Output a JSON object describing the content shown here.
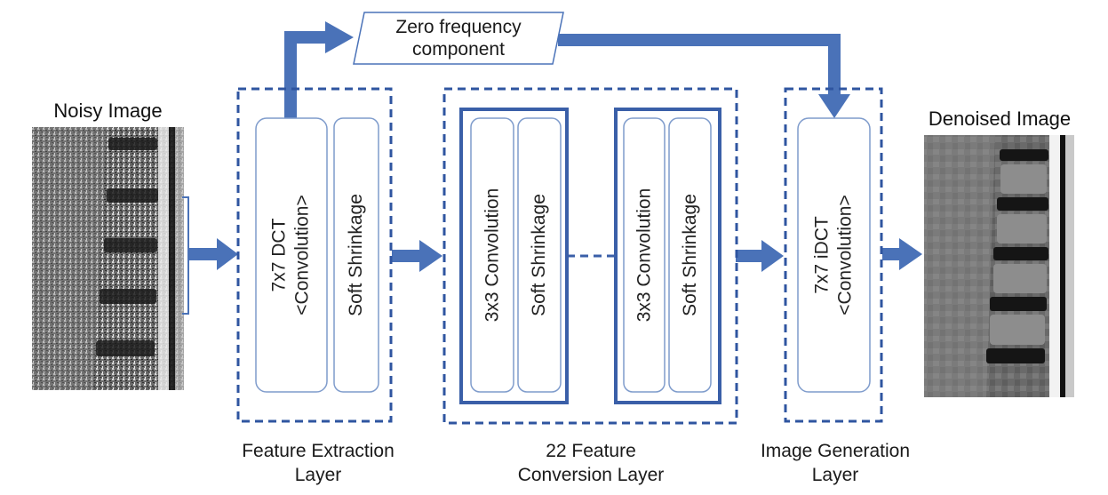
{
  "input": {
    "title": "Noisy Image"
  },
  "output": {
    "title": "Denoised Image"
  },
  "zero_frequency": {
    "line1": "Zero frequency",
    "line2": "component"
  },
  "feature_extraction": {
    "conv_line1": "7x7 DCT",
    "conv_line2": "<Convolution>",
    "shrink": "Soft Shrinkage",
    "caption_line1": "Feature Extraction",
    "caption_line2": "Layer"
  },
  "feature_conversion": {
    "block1": {
      "conv": "3x3 Convolution",
      "shrink": "Soft Shrinkage"
    },
    "block2": {
      "conv": "3x3 Convolution",
      "shrink": "Soft Shrinkage"
    },
    "caption_line1": "22 Feature",
    "caption_line2": "Conversion Layer"
  },
  "image_generation": {
    "conv_line1": "7x7 iDCT",
    "conv_line2": "<Convolution>",
    "caption_line1": "Image Generation",
    "caption_line2": "Layer"
  },
  "colors": {
    "accent": "#4a72b8",
    "box_border": "#2f55a0",
    "inner_border": "#7f9ccc"
  }
}
